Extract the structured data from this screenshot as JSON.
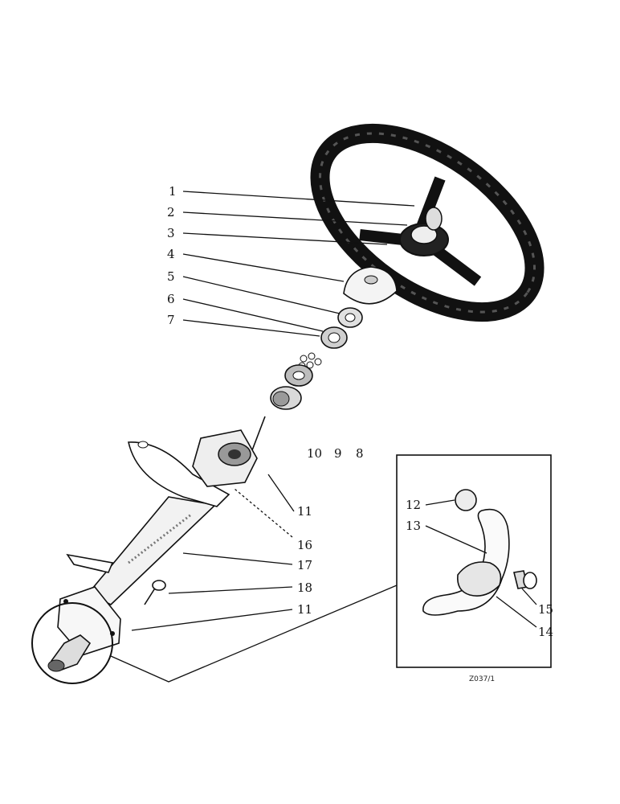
{
  "callouts": {
    "c1": "1",
    "c2": "2",
    "c3": "3",
    "c4": "4",
    "c5": "5",
    "c6": "6",
    "c7": "7",
    "c10": "10",
    "c9": "9",
    "c8": "8",
    "c11a": "11",
    "c16": "16",
    "c17": "17",
    "c18": "18",
    "c11b": "11",
    "c12": "12",
    "c13": "13",
    "c15": "15",
    "c14": "14"
  },
  "drawing_ref": "Z037/1"
}
